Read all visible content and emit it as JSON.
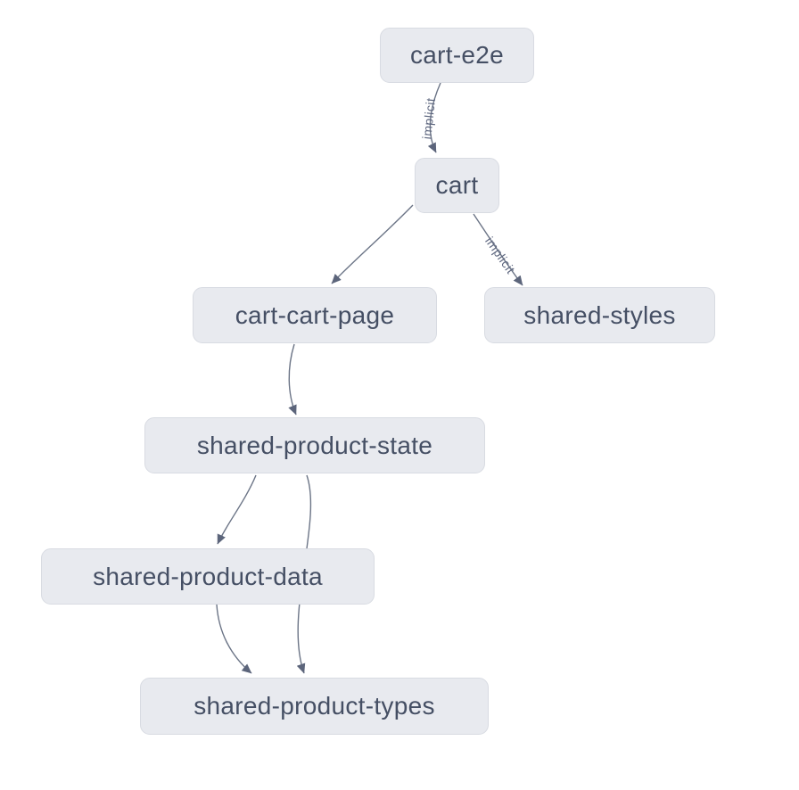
{
  "graph": {
    "nodes": [
      {
        "id": "cart-e2e",
        "label": "cart-e2e"
      },
      {
        "id": "cart",
        "label": "cart"
      },
      {
        "id": "cart-cart-page",
        "label": "cart-cart-page"
      },
      {
        "id": "shared-styles",
        "label": "shared-styles"
      },
      {
        "id": "shared-product-state",
        "label": "shared-product-state"
      },
      {
        "id": "shared-product-data",
        "label": "shared-product-data"
      },
      {
        "id": "shared-product-types",
        "label": "shared-product-types"
      }
    ],
    "edges": [
      {
        "from": "cart-e2e",
        "to": "cart",
        "label": "implicit"
      },
      {
        "from": "cart",
        "to": "cart-cart-page",
        "label": ""
      },
      {
        "from": "cart",
        "to": "shared-styles",
        "label": "implicit"
      },
      {
        "from": "cart-cart-page",
        "to": "shared-product-state",
        "label": ""
      },
      {
        "from": "shared-product-state",
        "to": "shared-product-data",
        "label": ""
      },
      {
        "from": "shared-product-state",
        "to": "shared-product-types",
        "label": ""
      },
      {
        "from": "shared-product-data",
        "to": "shared-product-types",
        "label": ""
      }
    ]
  },
  "colors": {
    "background": "#ffffff",
    "node_fill": "#e8eaef",
    "node_border": "#d8dbe2",
    "node_text": "#454f64",
    "edge_stroke": "#6b7486",
    "arrowhead_fill": "#5c657b",
    "edge_label_text": "#5f6880"
  }
}
